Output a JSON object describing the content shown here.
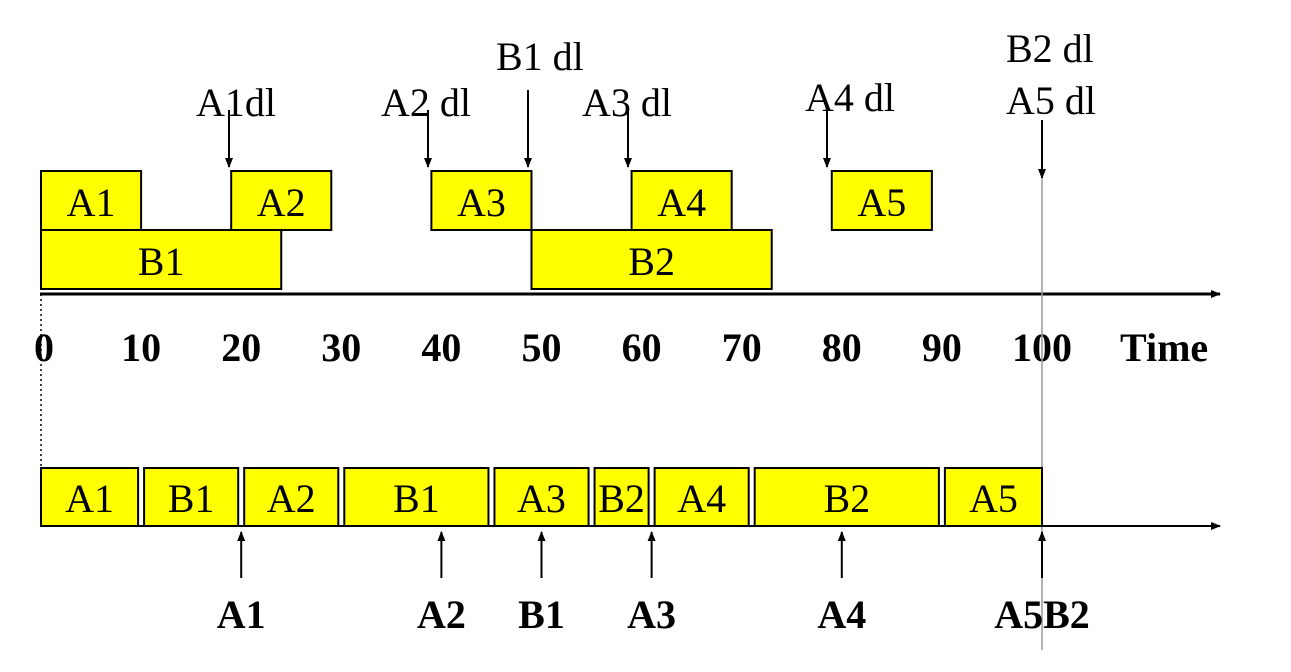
{
  "axis": {
    "title": "Time",
    "ticks": [
      "0",
      "10",
      "20",
      "30",
      "40",
      "50",
      "60",
      "70",
      "80",
      "90",
      "100"
    ]
  },
  "deadlines": [
    {
      "id": "a1",
      "text": "A1dl"
    },
    {
      "id": "a2",
      "text": "A2 dl"
    },
    {
      "id": "b1",
      "text": "B1 dl"
    },
    {
      "id": "a3",
      "text": "A3 dl"
    },
    {
      "id": "a4",
      "text": "A4 dl"
    },
    {
      "id": "b2",
      "text": "B2 dl"
    },
    {
      "id": "a5",
      "text": "A5 dl"
    }
  ],
  "requests": [
    {
      "label": "A1",
      "start": 0,
      "end": 10
    },
    {
      "label": "A2",
      "start": 19,
      "end": 29
    },
    {
      "label": "A3",
      "start": 39,
      "end": 49
    },
    {
      "label": "A4",
      "start": 59,
      "end": 69
    },
    {
      "label": "A5",
      "start": 79,
      "end": 89
    },
    {
      "label": "B1",
      "start": 0,
      "end": 24
    },
    {
      "label": "B2",
      "start": 49,
      "end": 73
    }
  ],
  "schedule": [
    {
      "label": "A1",
      "start": 0,
      "end": 10
    },
    {
      "label": "B1",
      "start": 10,
      "end": 20
    },
    {
      "label": "A2",
      "start": 20,
      "end": 30
    },
    {
      "label": "B1",
      "start": 30,
      "end": 45
    },
    {
      "label": "A3",
      "start": 45,
      "end": 55
    },
    {
      "label": "B2",
      "start": 55,
      "end": 61
    },
    {
      "label": "A4",
      "start": 61,
      "end": 71
    },
    {
      "label": "B2",
      "start": 71,
      "end": 90
    },
    {
      "label": "A5",
      "start": 90,
      "end": 100
    }
  ],
  "completions": [
    {
      "label": "A1",
      "time": 20
    },
    {
      "label": "A2",
      "time": 40
    },
    {
      "label": "B1",
      "time": 50
    },
    {
      "label": "A3",
      "time": 61
    },
    {
      "label": "A4",
      "time": 80
    },
    {
      "label": "A5B2",
      "time": 100
    }
  ]
}
